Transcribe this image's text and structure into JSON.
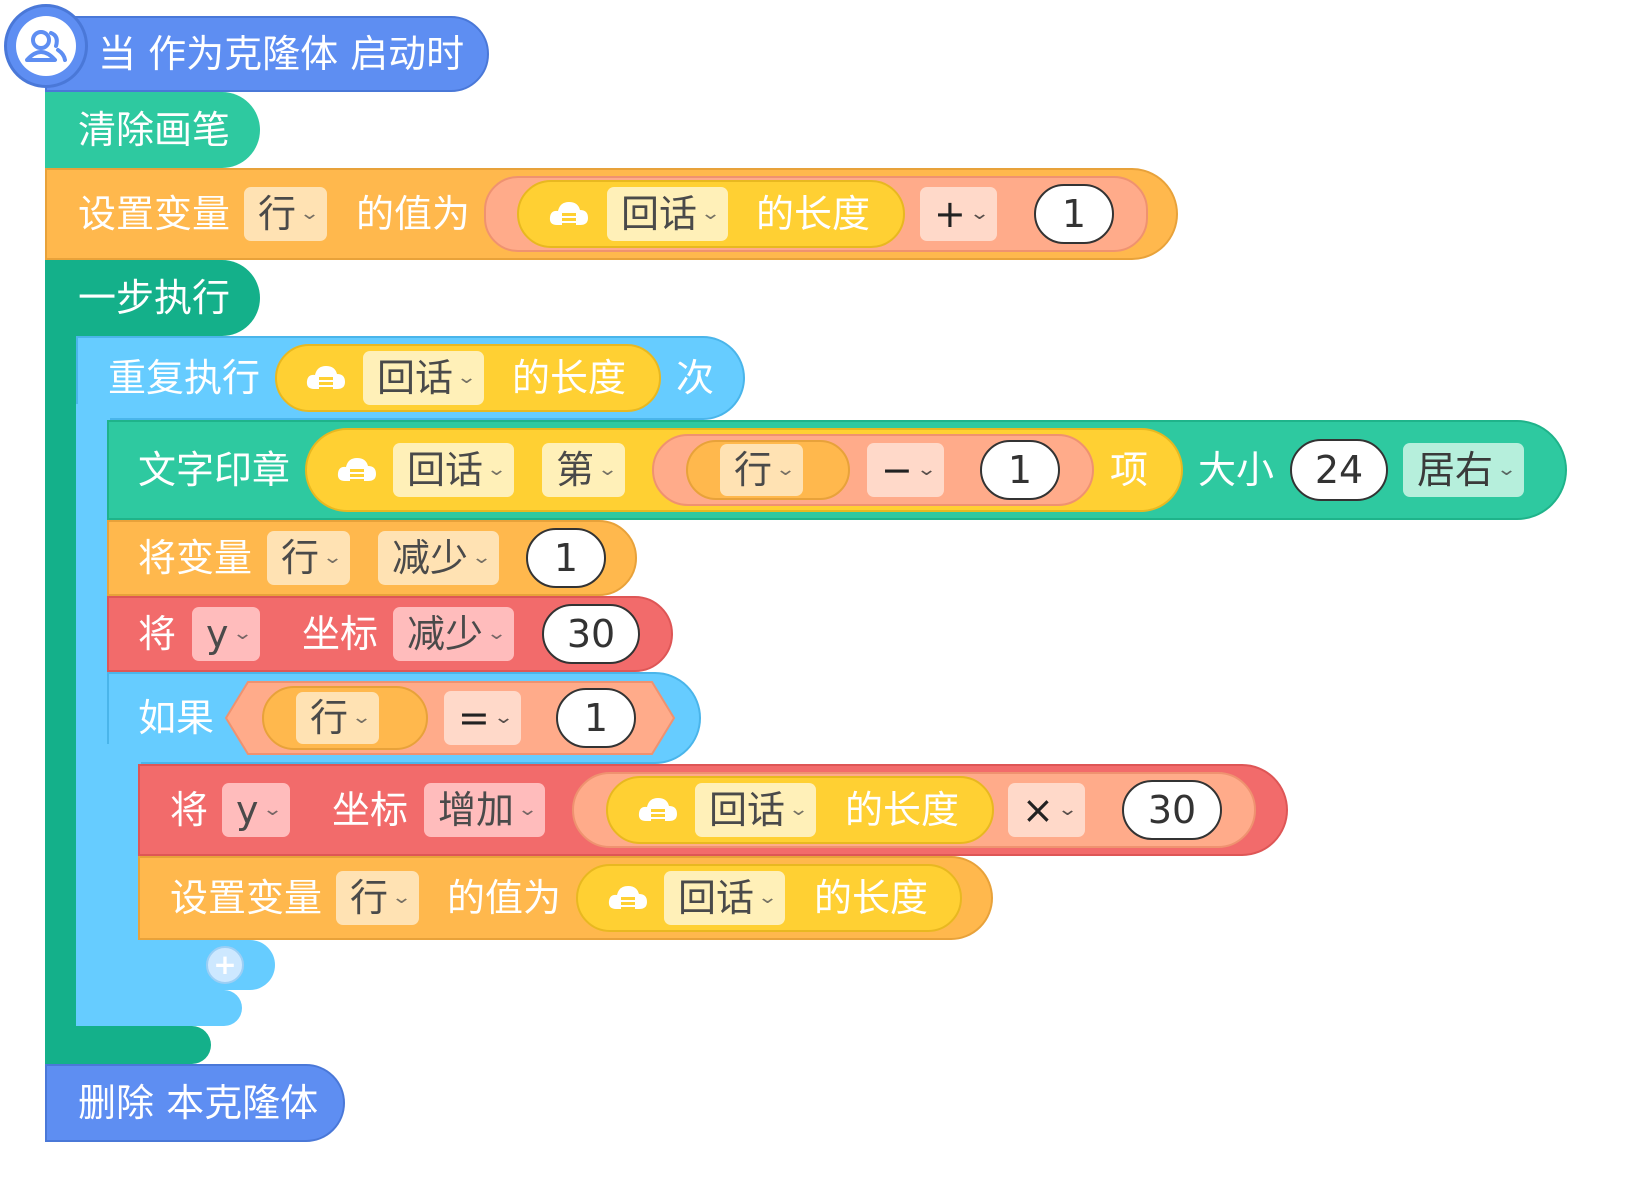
{
  "colors": {
    "event": "#5e8ef2",
    "pen": "#2ec9a0",
    "variable": "#ffb84d",
    "control_dark": "#14b08a",
    "control_light": "#66ccff",
    "motion": "#f26b6b",
    "operator": "#ffab8a",
    "reporter": "#ffd033",
    "add_button": "#cde8ff"
  },
  "hat": {
    "label": "当 作为克隆体 启动时",
    "icon": "users-icon"
  },
  "clear_pen": {
    "label": "清除画笔"
  },
  "set_var_1": {
    "label": "设置变量",
    "var": "行",
    "mid": "的值为",
    "reporter_var": "回话",
    "reporter_suffix": "的长度",
    "op": "+",
    "operand": "1"
  },
  "step": {
    "label": "一步执行"
  },
  "repeat": {
    "label": "重复执行",
    "reporter_var": "回话",
    "reporter_suffix": "的长度",
    "suffix": "次"
  },
  "stamp": {
    "label": "文字印章",
    "list": "回话",
    "index_prefix": "第",
    "index_var": "行",
    "op": "−",
    "operand": "1",
    "item_suffix": "项",
    "size_label": "大小",
    "size": "24",
    "align": "居右"
  },
  "change_var": {
    "label": "将变量",
    "var": "行",
    "action": "减少",
    "value": "1"
  },
  "change_y": {
    "label": "将",
    "axis": "y",
    "mid": "坐标",
    "action": "减少",
    "value": "30"
  },
  "if_block": {
    "label": "如果",
    "var": "行",
    "op": "=",
    "value": "1"
  },
  "inc_y": {
    "label": "将",
    "axis": "y",
    "mid": "坐标",
    "action": "增加",
    "reporter_var": "回话",
    "reporter_suffix": "的长度",
    "op": "×",
    "value": "30"
  },
  "set_var_2": {
    "label": "设置变量",
    "var": "行",
    "mid": "的值为",
    "reporter_var": "回话",
    "reporter_suffix": "的长度"
  },
  "add_button": {
    "label": "+"
  },
  "delete_clone": {
    "label": "删除 本克隆体"
  }
}
